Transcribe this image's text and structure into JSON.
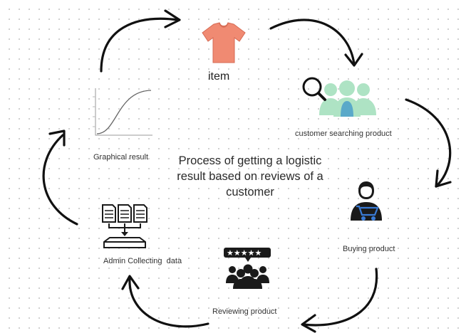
{
  "diagram": {
    "title": "Process of getting a logistic result based on reviews of a customer",
    "nodes": [
      {
        "id": "item",
        "label": "item",
        "icon": "shirt-icon"
      },
      {
        "id": "search",
        "label": "customer searching product",
        "icon": "search-people-icon"
      },
      {
        "id": "buy",
        "label": "Buying product",
        "icon": "shopper-cart-icon"
      },
      {
        "id": "review",
        "label": "Reviewing product",
        "icon": "five-star-review-icon"
      },
      {
        "id": "admin",
        "label": "Admin Collecting  data",
        "icon": "document-collection-icon"
      },
      {
        "id": "graph",
        "label": "Graphical result",
        "icon": "sigmoid-graph-icon"
      }
    ],
    "colors": {
      "arrow": "#111111",
      "shirt": "#f08a72",
      "people": "#aee3c4",
      "people_center": "#5aa9c9",
      "icon_dark": "#1a1a1a"
    }
  }
}
